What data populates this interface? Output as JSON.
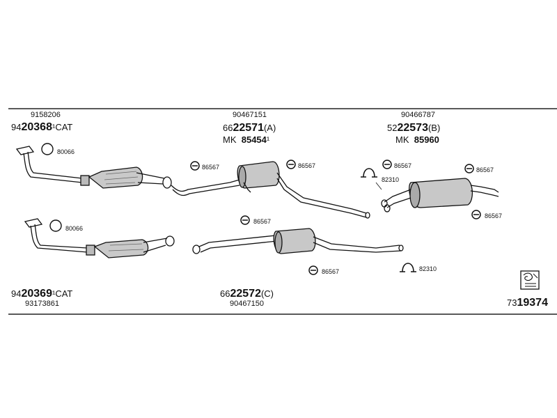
{
  "top_left": {
    "oe_number": "9158206",
    "part_prefix": "94",
    "part_main": "20368",
    "part_suffix": "CAT"
  },
  "top_middle": {
    "oe_number": "90467151",
    "part_prefix": "66",
    "part_main": "22571",
    "part_suffix": "(A)",
    "mk_label": "MK",
    "mk_number": "85454"
  },
  "top_right": {
    "oe_number": "90466787",
    "part_prefix": "52",
    "part_main": "22573",
    "part_suffix": "(B)",
    "mk_label": "MK",
    "mk_number": "85960"
  },
  "bottom_left": {
    "part_prefix": "94",
    "part_main": "20369",
    "part_suffix": "CAT",
    "oe_number": "93173861"
  },
  "bottom_middle": {
    "part_prefix": "66",
    "part_main": "22572",
    "part_suffix": "(C)",
    "oe_number": "90467150"
  },
  "kit": {
    "prefix": "73",
    "main": "19374"
  },
  "callouts": {
    "ring_80066_top": "80066",
    "ring_80066_bottom": "80066",
    "hanger_86567_a": "86567",
    "hanger_86567_b": "86567",
    "hanger_86567_c": "86567",
    "hanger_86567_d": "86567",
    "hanger_86567_e": "86567",
    "hanger_86567_f": "86567",
    "hanger_86567_g": "86567",
    "clamp_82310_top": "82310",
    "clamp_82310_bottom": "82310"
  }
}
